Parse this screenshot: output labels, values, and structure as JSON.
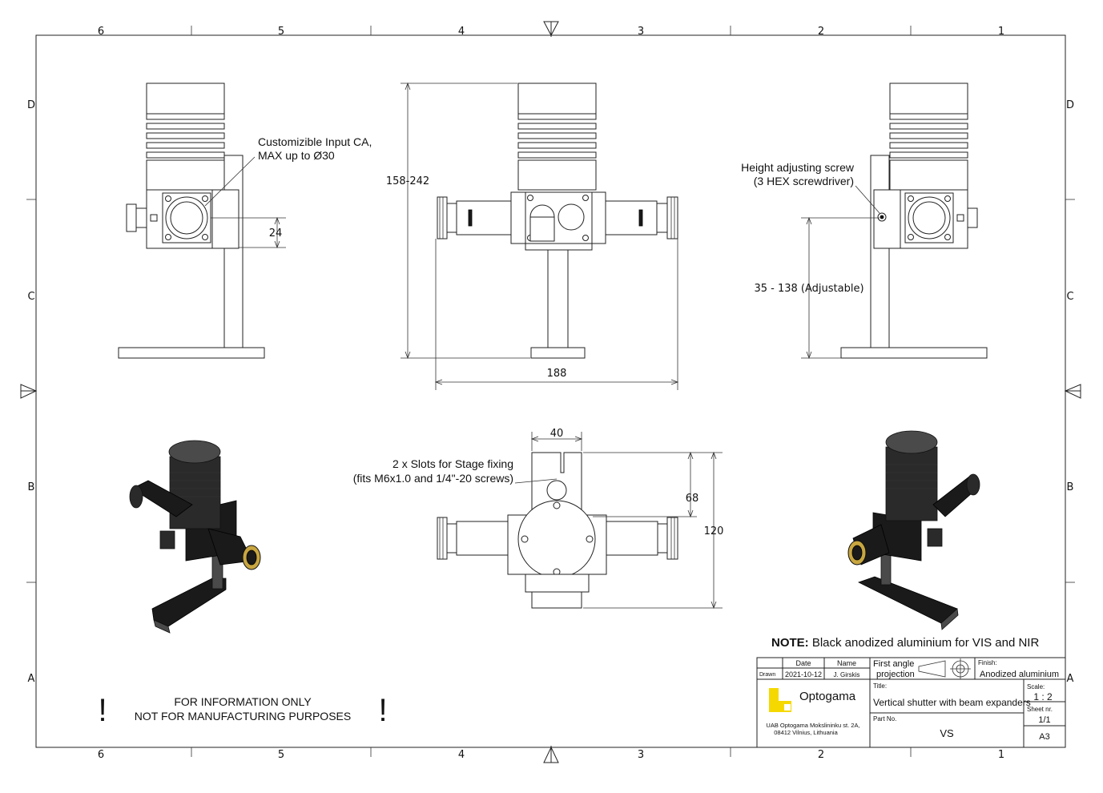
{
  "zones": {
    "columns": [
      "6",
      "5",
      "4",
      "3",
      "2",
      "1"
    ],
    "rows": [
      "D",
      "C",
      "B",
      "A"
    ]
  },
  "annotations": {
    "input_ca_line1": "Customizible Input CA,",
    "input_ca_line2": "MAX up to Ø30",
    "height_screw_line1": "Height adjusting screw",
    "height_screw_line2": "(3 HEX screwdriver)",
    "slots_line1": "2 x Slots for Stage fixing",
    "slots_line2": "(fits M6x1.0 and 1/4\"-20 screws)",
    "note_label": "NOTE:",
    "note_text": " Black anodized aluminium for VIS and NIR",
    "info_line1": "FOR INFORMATION ONLY",
    "info_line2": "NOT FOR MANUFACTURING PURPOSES",
    "exclamation": "!"
  },
  "dimensions": {
    "aperture_height": "24",
    "total_height": "158-242",
    "total_width": "188",
    "adjustable_height": "35 - 138 (Adjustable)",
    "slot_width": "40",
    "slot_depth": "68",
    "base_depth": "120"
  },
  "title_block": {
    "date_header": "Date",
    "name_header": "Name",
    "drawn_label": "Drawn",
    "drawn_date": "2021-10-12",
    "drawn_name": "J. Girskis",
    "projection_line1": "First angle",
    "projection_line2": "projection",
    "finish_label": "Finish:",
    "finish_value": "Anodized aluminium",
    "company": "Optogama",
    "address_line1": "UAB Optogama Mokslininku st. 2A,",
    "address_line2": "08412 Vilnius, Lithuania",
    "title_label": "Title:",
    "title_value": "Vertical shutter with beam expanders",
    "scale_label": "Scale:",
    "scale_value": "1 : 2",
    "sheet_label": "Sheet nr.",
    "sheet_value": "1/1",
    "part_label": "Part No.",
    "part_value": "VS",
    "size_value": "A3"
  },
  "colors": {
    "logo_yellow": "#f5d800",
    "line": "#222222"
  }
}
